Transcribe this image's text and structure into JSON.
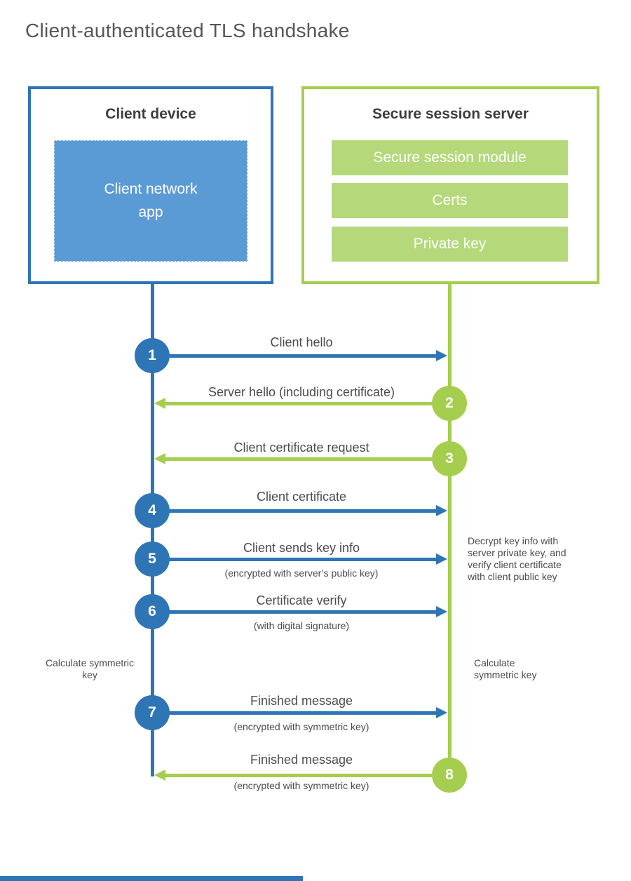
{
  "title": "Client-authenticated TLS handshake",
  "client": {
    "heading": "Client device",
    "app_label": "Client network app"
  },
  "server": {
    "heading": "Secure session server",
    "modules": [
      "Secure session module",
      "Certs",
      "Private key"
    ]
  },
  "messages": [
    {
      "step": "1",
      "label": "Client hello",
      "sub": "",
      "direction": "right",
      "from": "client"
    },
    {
      "step": "2",
      "label": "Server hello (including certificate)",
      "sub": "",
      "direction": "left",
      "from": "server"
    },
    {
      "step": "3",
      "label": "Client certificate request",
      "sub": "",
      "direction": "left",
      "from": "server"
    },
    {
      "step": "4",
      "label": "Client certificate",
      "sub": "",
      "direction": "right",
      "from": "client"
    },
    {
      "step": "5",
      "label": "Client sends key info",
      "sub": "(encrypted with server’s public key)",
      "direction": "right",
      "from": "client"
    },
    {
      "step": "6",
      "label": "Certificate verify",
      "sub": "(with digital signature)",
      "direction": "right",
      "from": "client"
    },
    {
      "step": "7",
      "label": "Finished message",
      "sub": "(encrypted with symmetric key)",
      "direction": "right",
      "from": "client"
    },
    {
      "step": "8",
      "label": "Finished message",
      "sub": "(encrypted with symmetric key)",
      "direction": "left",
      "from": "server"
    }
  ],
  "notes": {
    "decrypt": "Decrypt key info with server private key, and verify client certificate with client public key",
    "calc_left": "Calculate symmetric key",
    "calc_right": "Calculate symmetric key"
  },
  "colors": {
    "blue_primary": "#2e75b6",
    "blue_fill": "#5b9bd5",
    "green_primary": "#a5ce4e",
    "green_fill": "#b5d97a",
    "heading_text": "#3c3d3f",
    "label_text": "#4a4b4f",
    "title_text": "#55565a"
  }
}
